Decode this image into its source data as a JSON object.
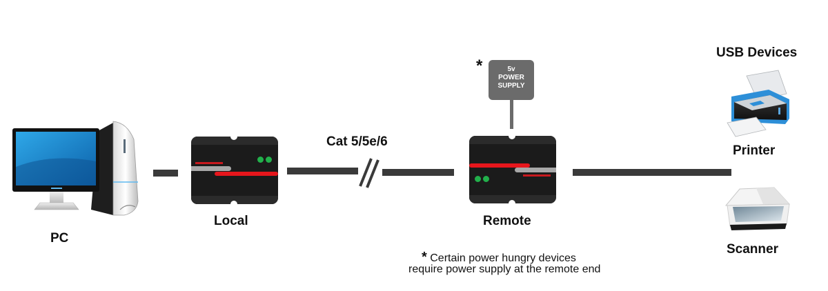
{
  "diagram": {
    "title": "USB extender over Cat cable connection diagram",
    "nodes": {
      "pc": {
        "label": "PC"
      },
      "local": {
        "label": "Local"
      },
      "remote": {
        "label": "Remote"
      },
      "usb_devices": {
        "heading": "USB Devices",
        "printer": {
          "label": "Printer"
        },
        "scanner": {
          "label": "Scanner"
        }
      }
    },
    "cable": {
      "label": "Cat 5/5e/6"
    },
    "power_supply": {
      "asterisk": "*",
      "line1": "5v",
      "line2": "POWER",
      "line3": "SUPPLY"
    },
    "footnote": {
      "asterisk": "*",
      "line1": "Certain power hungry devices",
      "line2": "require power supply at the remote end"
    },
    "colors": {
      "cable": "#3a3a3a",
      "device_body": "#1b1b1b",
      "led": "#22b04b",
      "accent_red": "#e6161c",
      "psu": "#6b6b6b"
    },
    "edges": [
      {
        "from": "pc",
        "to": "local"
      },
      {
        "from": "local",
        "to": "remote",
        "via": "Cat 5/5e/6"
      },
      {
        "from": "remote",
        "to": "usb_devices"
      },
      {
        "from": "power_supply",
        "to": "remote"
      }
    ]
  }
}
